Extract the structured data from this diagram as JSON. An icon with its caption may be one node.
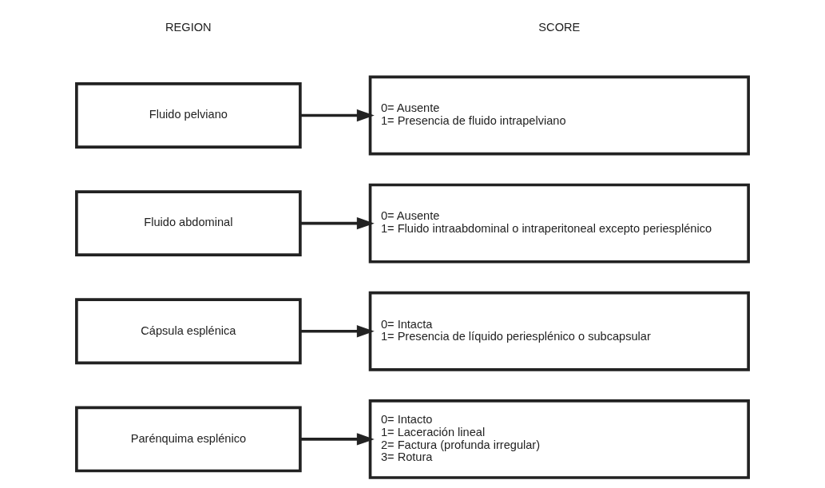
{
  "diagram": {
    "nodes": [
      {
        "text": [
          "Parénquima esplénico"
        ]
      },
      {
        "text": [
          "0= Intacto",
          "1= Laceración lineal",
          "2= Factura (profunda irregular)",
          "3= Rotura"
        ]
      },
      {
        "text": [
          "Cápsula esplénica"
        ]
      },
      {
        "text": [
          "0= Intacta",
          "1= Presencia de líquido periesplénico o subcapsular"
        ]
      },
      {
        "text": [
          "Fluido abdominal"
        ]
      },
      {
        "text": [
          "0= Ausente",
          "1= Fluido intraabdominal o intraperitoneal excepto periesplénico"
        ]
      },
      {
        "text": [
          "Fluido pelviano"
        ]
      },
      {
        "text": [
          "0= Ausente",
          "1= Presencia de fluido intrapelviano"
        ]
      }
    ],
    "edges": [
      {
        "from": 0,
        "to": 1,
        "arrow": "to"
      },
      {
        "from": 2,
        "to": 3,
        "arrow": "to"
      },
      {
        "from": 4,
        "to": 5,
        "arrow": "to"
      },
      {
        "from": 6,
        "to": 7,
        "arrow": "to"
      }
    ],
    "labels": [
      "REGION",
      "SCORE"
    ]
  }
}
